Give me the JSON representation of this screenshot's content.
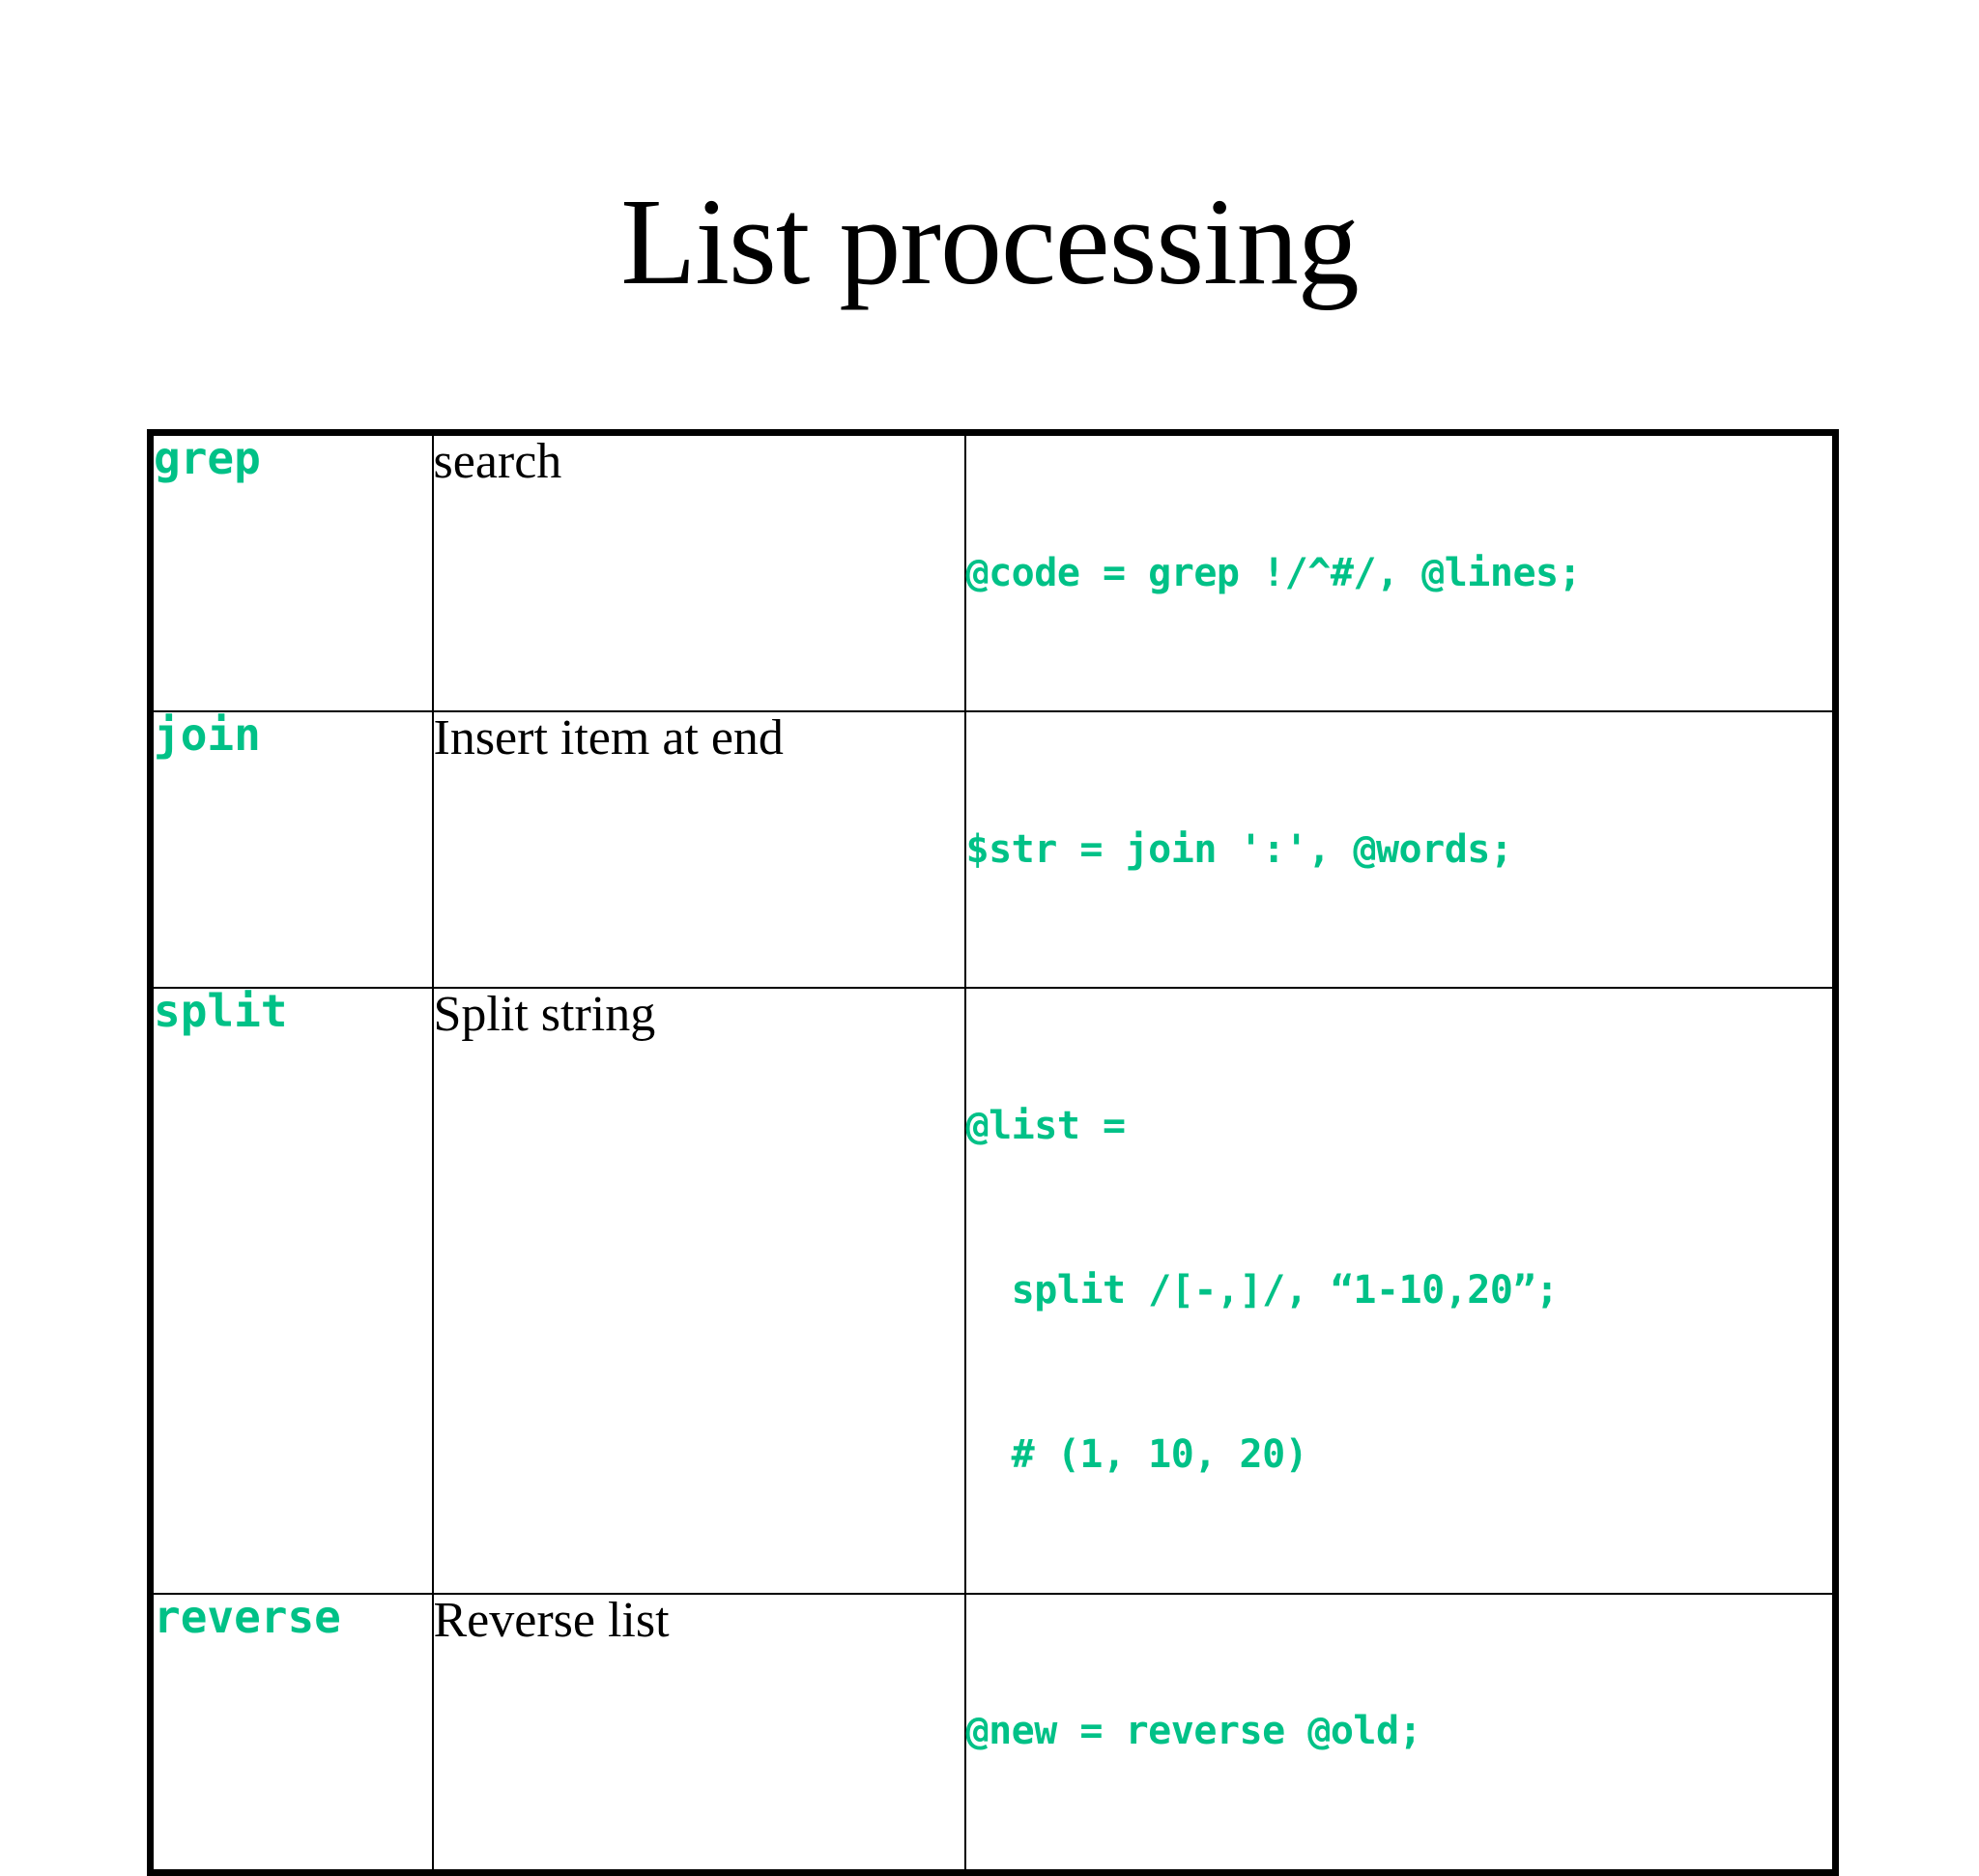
{
  "slide": {
    "title": "List processing",
    "background_color": "#ffffff",
    "accent_color": "#00C187",
    "text_color": "#000000",
    "border_color": "#000000"
  },
  "table": {
    "name": "list-processing-functions-table",
    "column_count": 3,
    "rows": [
      {
        "function": "grep",
        "description": "search",
        "code_lines": [
          "@code = grep !/^#/, @lines;"
        ]
      },
      {
        "function": "join",
        "description": "Insert item at end",
        "code_lines": [
          "$str = join ':', @words;"
        ]
      },
      {
        "function": "split",
        "description": "Split string",
        "code_lines": [
          "@list =",
          "  split /[-,]/, “1-10,20”;",
          "  # (1, 10, 20)"
        ]
      },
      {
        "function": "reverse",
        "description": "Reverse list",
        "code_lines": [
          "@new = reverse @old;"
        ]
      }
    ]
  }
}
